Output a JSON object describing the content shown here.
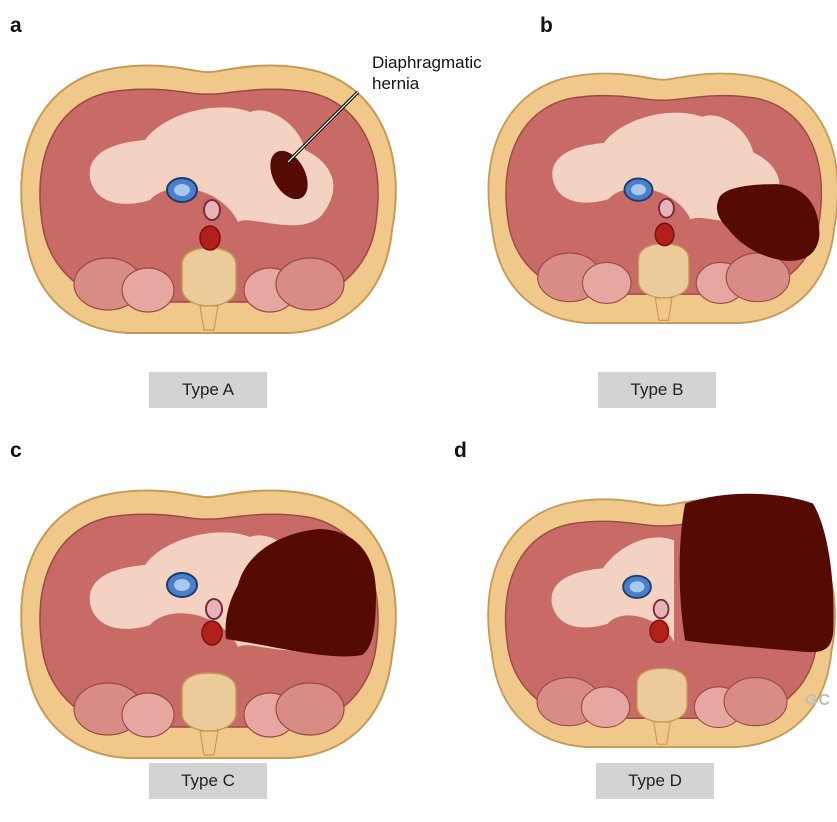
{
  "panels": [
    {
      "letter": "a",
      "type_label": "Type A"
    },
    {
      "letter": "b",
      "type_label": "Type B"
    },
    {
      "letter": "c",
      "type_label": "Type C"
    },
    {
      "letter": "d",
      "type_label": "Type D"
    }
  ],
  "callout": {
    "line1": "Diaphragmatic",
    "line2": "hernia"
  },
  "watermark": "GC",
  "colors": {
    "body_wall": "#f0c98a",
    "body_wall_edge": "#c79a55",
    "muscle": "#c86a66",
    "central_tendon": "#f4d2c2",
    "hernia": "#550a03",
    "vessel_blue": "#4a7fc9",
    "aorta": "#b3201c",
    "type_box": "#d3d3d3"
  }
}
